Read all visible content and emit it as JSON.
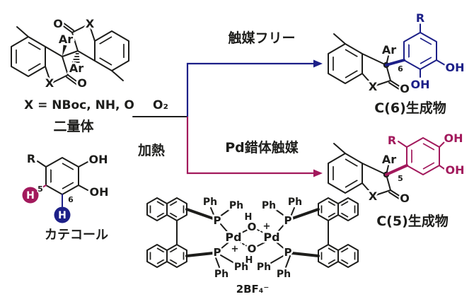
{
  "colors": {
    "blue": "#1d2088",
    "crimson": "#a2195c",
    "black": "#1d1d1b",
    "white": "#ffffff"
  },
  "reactants": {
    "dimer": {
      "title": "二量体",
      "substituent_note": "X = NBoc, NH, O",
      "ar": "Ar",
      "x": "X",
      "o": "O"
    },
    "catechol": {
      "title": "カテコール",
      "r": "R",
      "oh": "OH",
      "h": "H",
      "c5": "5",
      "c6": "6"
    }
  },
  "conditions": {
    "oxidant": "O₂",
    "heat": "加熱"
  },
  "pathways": {
    "catalyst_free": {
      "label": "触媒フリー",
      "product": "C(6)生成物",
      "site": "6"
    },
    "pd_catalyst": {
      "label": "Pd錯体触媒",
      "product": "C(5)生成物",
      "site": "5"
    }
  },
  "products": {
    "ar": "Ar",
    "x": "X",
    "o": "O",
    "r": "R",
    "oh": "OH"
  },
  "catalyst": {
    "pd": "Pd",
    "p": "P",
    "ph": "Ph",
    "o": "O",
    "h": "H",
    "plus": "+",
    "counterion": "2BF₄⁻"
  }
}
